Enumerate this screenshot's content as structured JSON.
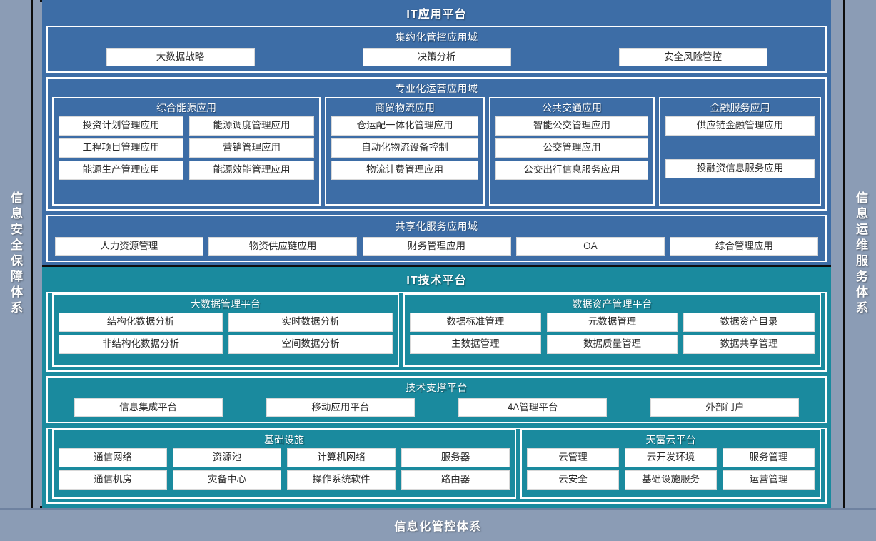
{
  "rails": {
    "left": "信息安全保障体系",
    "right": "信息运维服务体系"
  },
  "banner": {
    "label": "信息化管控体系"
  },
  "app_platform": {
    "title": "IT应用平台",
    "domains": [
      {
        "title": "集约化管控应用域",
        "layout": "chips",
        "chips": [
          "大数据战略",
          "决策分析",
          "安全风险管控"
        ]
      },
      {
        "title": "专业化运营应用域",
        "layout": "groups",
        "groups": [
          {
            "title": "综合能源应用",
            "cols": 2,
            "chips": [
              "投资计划管理应用",
              "能源调度管理应用",
              "工程项目管理应用",
              "营销管理应用",
              "能源生产管理应用",
              "能源效能管理应用"
            ]
          },
          {
            "title": "商贸物流应用",
            "cols": 1,
            "chips": [
              "仓运配一体化管理应用",
              "自动化物流设备控制",
              "物流计费管理应用"
            ]
          },
          {
            "title": "公共交通应用",
            "cols": 1,
            "chips": [
              "智能公交管理应用",
              "公交管理应用",
              "公交出行信息服务应用"
            ]
          },
          {
            "title": "金融服务应用",
            "cols": 1,
            "chips": [
              "供应链金融管理应用",
              "",
              "投融资信息服务应用"
            ]
          }
        ]
      },
      {
        "title": "共享化服务应用域",
        "layout": "chips",
        "chips": [
          "人力资源管理",
          "物资供应链应用",
          "财务管理应用",
          "OA",
          "综合管理应用"
        ]
      }
    ]
  },
  "tech_platform": {
    "title": "IT技术平台",
    "domains": [
      {
        "title": "",
        "layout": "groups",
        "groups": [
          {
            "title": "大数据管理平台",
            "cols": 2,
            "chips": [
              "结构化数据分析",
              "实时数据分析",
              "非结构化数据分析",
              "空间数据分析"
            ]
          },
          {
            "title": "数据资产管理平台",
            "cols": 3,
            "chips": [
              "数据标准管理",
              "元数据管理",
              "数据资产目录",
              "主数据管理",
              "数据质量管理",
              "数据共享管理"
            ]
          }
        ]
      },
      {
        "title": "技术支撑平台",
        "layout": "chips",
        "chips": [
          "信息集成平台",
          "移动应用平台",
          "4A管理平台",
          "外部门户"
        ]
      },
      {
        "title": "",
        "layout": "groups",
        "groups": [
          {
            "title": "基础设施",
            "cols": 4,
            "chips": [
              "通信网络",
              "资源池",
              "计算机网络",
              "服务器",
              "通信机房",
              "灾备中心",
              "操作系统软件",
              "路由器"
            ]
          },
          {
            "title": "天富云平台",
            "cols": 3,
            "chips": [
              "云管理",
              "云开发环境",
              "服务管理",
              "云安全",
              "基础设施服务",
              "运营管理"
            ]
          }
        ]
      }
    ]
  },
  "colors": {
    "app_blue": "#3d6da6",
    "tech_teal": "#1a8a9e",
    "rail_gray": "#8b9cb5",
    "chip_white": "#ffffff"
  }
}
